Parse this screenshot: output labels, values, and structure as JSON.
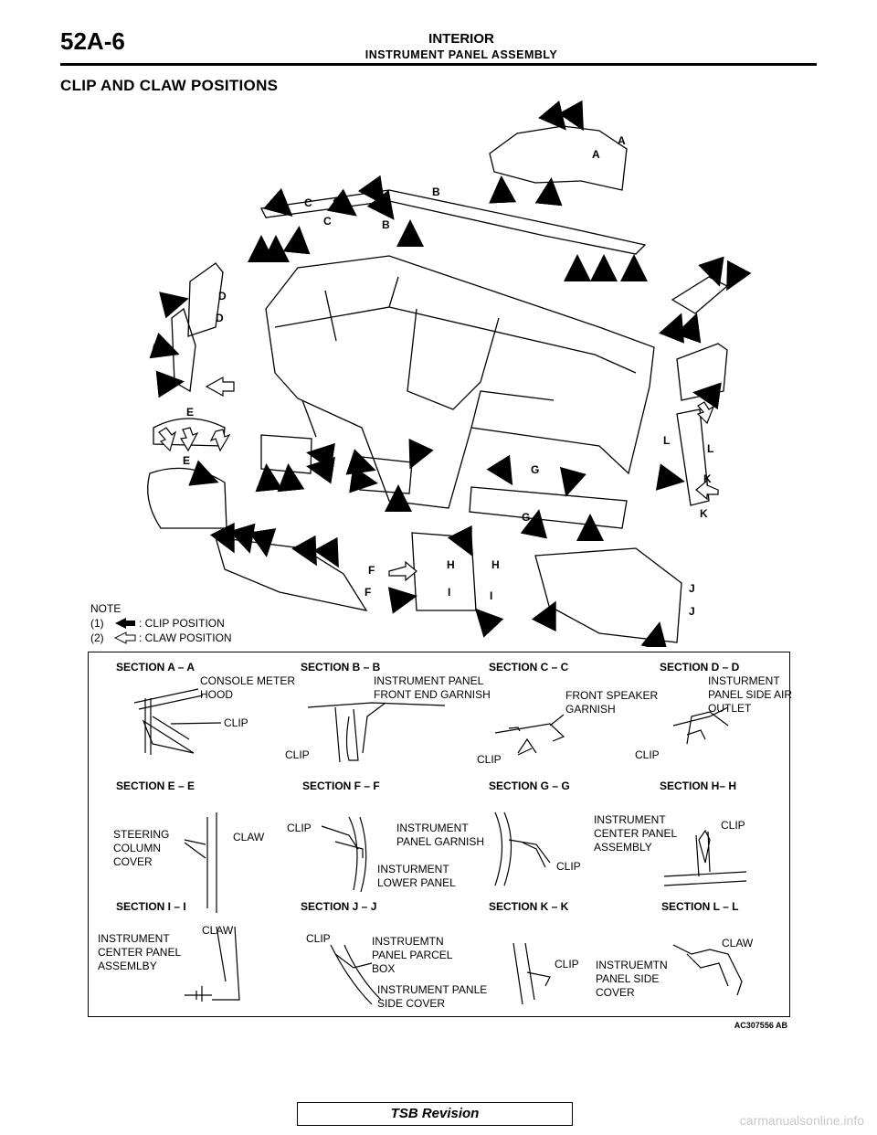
{
  "header": {
    "page_code": "52A-6",
    "title": "INTERIOR",
    "subtitle": "INSTRUMENT PANEL ASSEMBLY"
  },
  "section_title": "CLIP AND CLAW POSITIONS",
  "diagram": {
    "letters": [
      "A",
      "A",
      "B",
      "B",
      "C",
      "C",
      "D",
      "D",
      "E",
      "E",
      "F",
      "F",
      "G",
      "G",
      "H",
      "H",
      "I",
      "I",
      "J",
      "J",
      "K",
      "K",
      "L",
      "L"
    ]
  },
  "note": {
    "title": "NOTE",
    "item1_num": "(1)",
    "item1_text": ": CLIP POSITION",
    "item2_num": "(2)",
    "item2_text": ": CLAW POSITION"
  },
  "sections": [
    {
      "label": "SECTION A – A",
      "callouts": [
        "CONSOLE METER HOOD",
        "CLIP"
      ]
    },
    {
      "label": "SECTION B – B",
      "callouts": [
        "INSTRUMENT PANEL FRONT  END GARNISH",
        "CLIP"
      ]
    },
    {
      "label": "SECTION C – C",
      "callouts": [
        "FRONT SPEAKER GARNISH",
        "CLIP"
      ]
    },
    {
      "label": "SECTION D – D",
      "callouts": [
        "INSTURMENT PANEL SIDE AIR OUTLET",
        "CLIP"
      ]
    },
    {
      "label": "SECTION E – E",
      "callouts": [
        "STEERING COLUMN COVER",
        "CLAW"
      ]
    },
    {
      "label": "SECTION F – F",
      "callouts": [
        "CLIP",
        "INSTURMENT LOWER PANEL"
      ]
    },
    {
      "label": "SECTION G – G",
      "callouts": [
        "INSTRUMENT PANEL GARNISH",
        "CLIP"
      ]
    },
    {
      "label": "SECTION H– H",
      "callouts": [
        "INSTRUMENT CENTER PANEL ASSEMBLY",
        "CLIP"
      ]
    },
    {
      "label": "SECTION I – I",
      "callouts": [
        "INSTRUMENT CENTER PANEL ASSEMLBY",
        "CLAW"
      ]
    },
    {
      "label": "SECTION J – J",
      "callouts": [
        "CLIP",
        "INSTRUEMTN PANEL PARCEL BOX",
        "INSTRUMENT PANLE SIDE COVER"
      ]
    },
    {
      "label": "SECTION K – K",
      "callouts": [
        "CLIP"
      ]
    },
    {
      "label": "SECTION L – L",
      "callouts": [
        "INSTRUEMTN PANEL SIDE COVER",
        "CLAW"
      ]
    }
  ],
  "figure_id": "AC307556 AB",
  "footer": "TSB Revision",
  "watermark": "carmanualsonline.info"
}
